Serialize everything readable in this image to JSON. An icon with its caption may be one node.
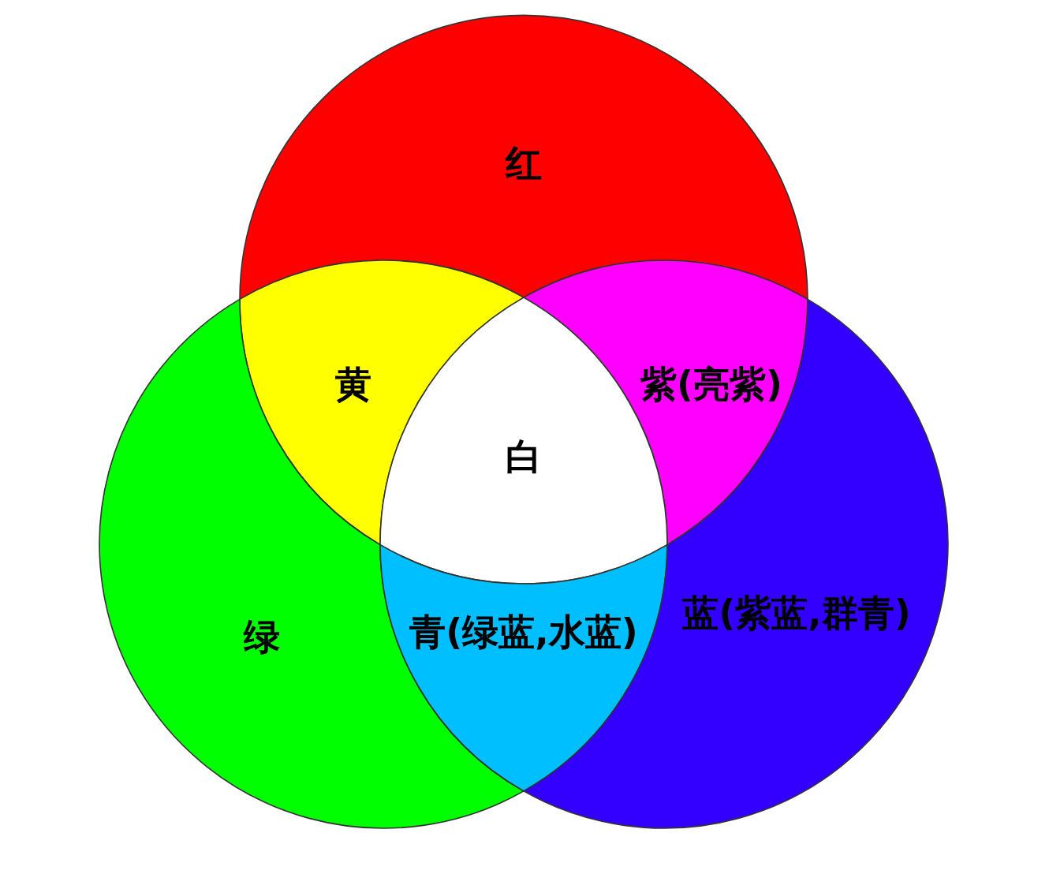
{
  "diagram": {
    "nodes": [
      {
        "text": [
          "红"
        ]
      },
      {
        "text": [
          "黄"
        ]
      },
      {
        "text": [
          "紫(亮紫)"
        ]
      },
      {
        "text": [
          "白"
        ]
      },
      {
        "text": [
          "绿"
        ]
      },
      {
        "text": [
          "青(绿蓝,水蓝)"
        ]
      },
      {
        "text": [
          "蓝(紫蓝,群青)"
        ]
      }
    ]
  }
}
